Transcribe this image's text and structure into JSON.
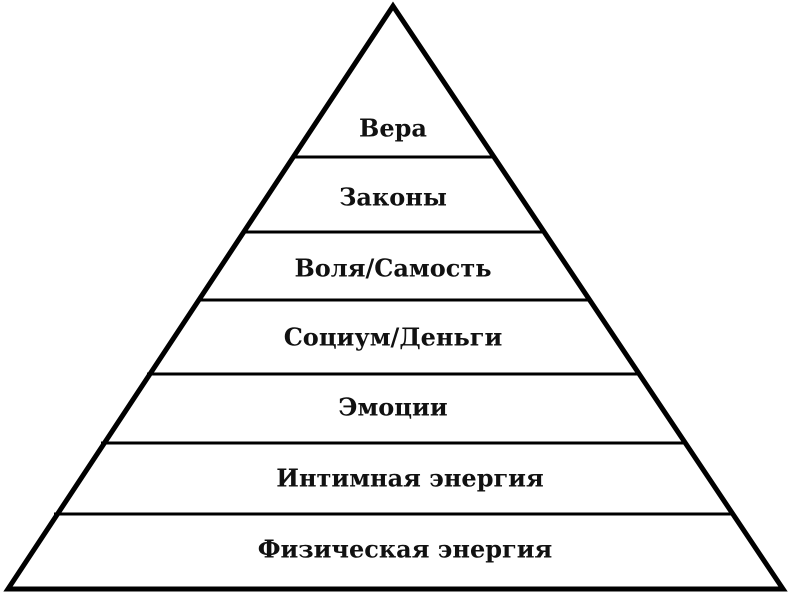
{
  "diagram": {
    "type": "pyramid",
    "levels": [
      {
        "label": "Вера"
      },
      {
        "label": "Законы"
      },
      {
        "label": "Воля/Самость"
      },
      {
        "label": "Социум/Деньги"
      },
      {
        "label": "Эмоции"
      },
      {
        "label": "Интимная энергия"
      },
      {
        "label": "Физическая энергия"
      }
    ],
    "colors": {
      "stroke": "#000000",
      "fill": "#ffffff",
      "text": "#111111"
    }
  }
}
